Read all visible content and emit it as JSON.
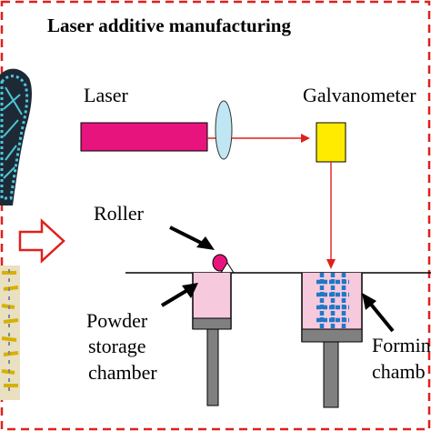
{
  "title": "Laser additive manufacturing",
  "labels": {
    "laser": "Laser",
    "galvanometer": "Galvanometer",
    "roller": "Roller",
    "powder_line1": "Powder",
    "powder_line2": "storage",
    "powder_line3": "chamber",
    "forming_line1": "Formin",
    "forming_line2": "chamb"
  },
  "colors": {
    "frame_dash": "#e0201c",
    "laser_body": "#e8147d",
    "beam": "#e0201c",
    "lens": "#bfe6f2",
    "galvanometer": "#ffeb00",
    "roller": "#e8147d",
    "chamber_fill": "#f7c9dd",
    "piston": "#808080",
    "part_grid": "#1f78c8",
    "big_arrow": "#e0201c"
  }
}
